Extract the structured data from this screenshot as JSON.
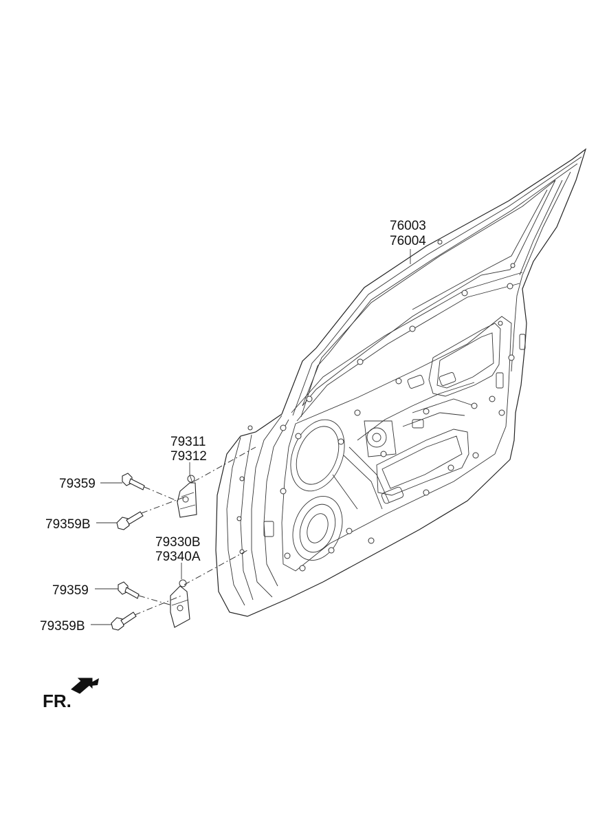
{
  "labels": {
    "door_panel": [
      "76003",
      "76004"
    ],
    "upper_hinge": [
      "79311",
      "79312"
    ],
    "upper_bolt": "79359",
    "upper_bolt_b": "79359B",
    "lower_hinge": [
      "79330B",
      "79340A"
    ],
    "lower_bolt": "79359",
    "lower_bolt_b": "79359B",
    "front_indicator": "FR."
  }
}
